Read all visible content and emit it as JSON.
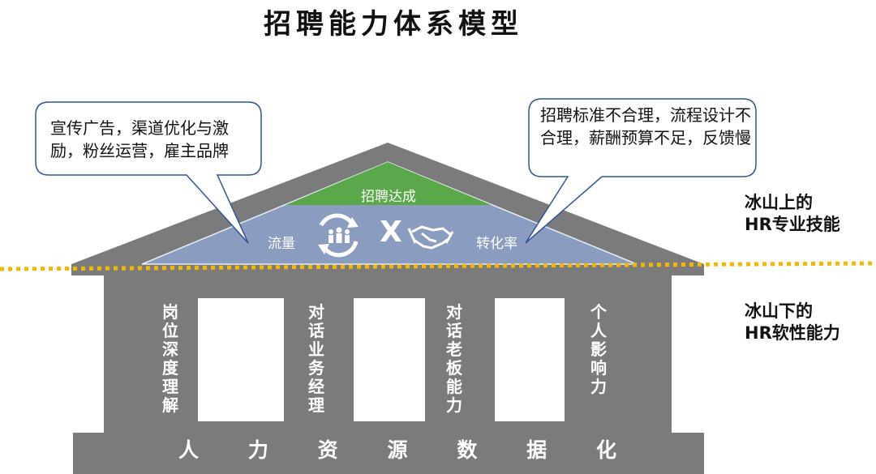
{
  "title": "招聘能力体系模型",
  "callouts": {
    "left": "宣传广告，渠道优化与激励，粉丝运营，雇主品牌",
    "right": "招聘标准不合理，流程设计不合理，薪酬预算不足，反馈慢"
  },
  "roof": {
    "top_label": "招聘达成",
    "left_label": "流量",
    "right_label": "转化率",
    "operator": "X"
  },
  "side_labels": {
    "above_line1": "冰山上的",
    "above_line2": "HR专业技能",
    "below_line1": "冰山下的",
    "below_line2": "HR软性能力"
  },
  "pillars": [
    "岗位深度理解",
    "对话业务经理",
    "对话老板能力",
    "个人影响力"
  ],
  "base_chars": [
    "人",
    "力",
    "资",
    "源",
    "数",
    "据",
    "化"
  ],
  "colors": {
    "roof_gray": "#7b7b7b",
    "triangle_blue": "#8a9cbf",
    "triangle_green": "#5aa84a",
    "waterline": "#f5b800"
  },
  "icons": [
    "people-cycle-icon",
    "handshake-icon"
  ]
}
